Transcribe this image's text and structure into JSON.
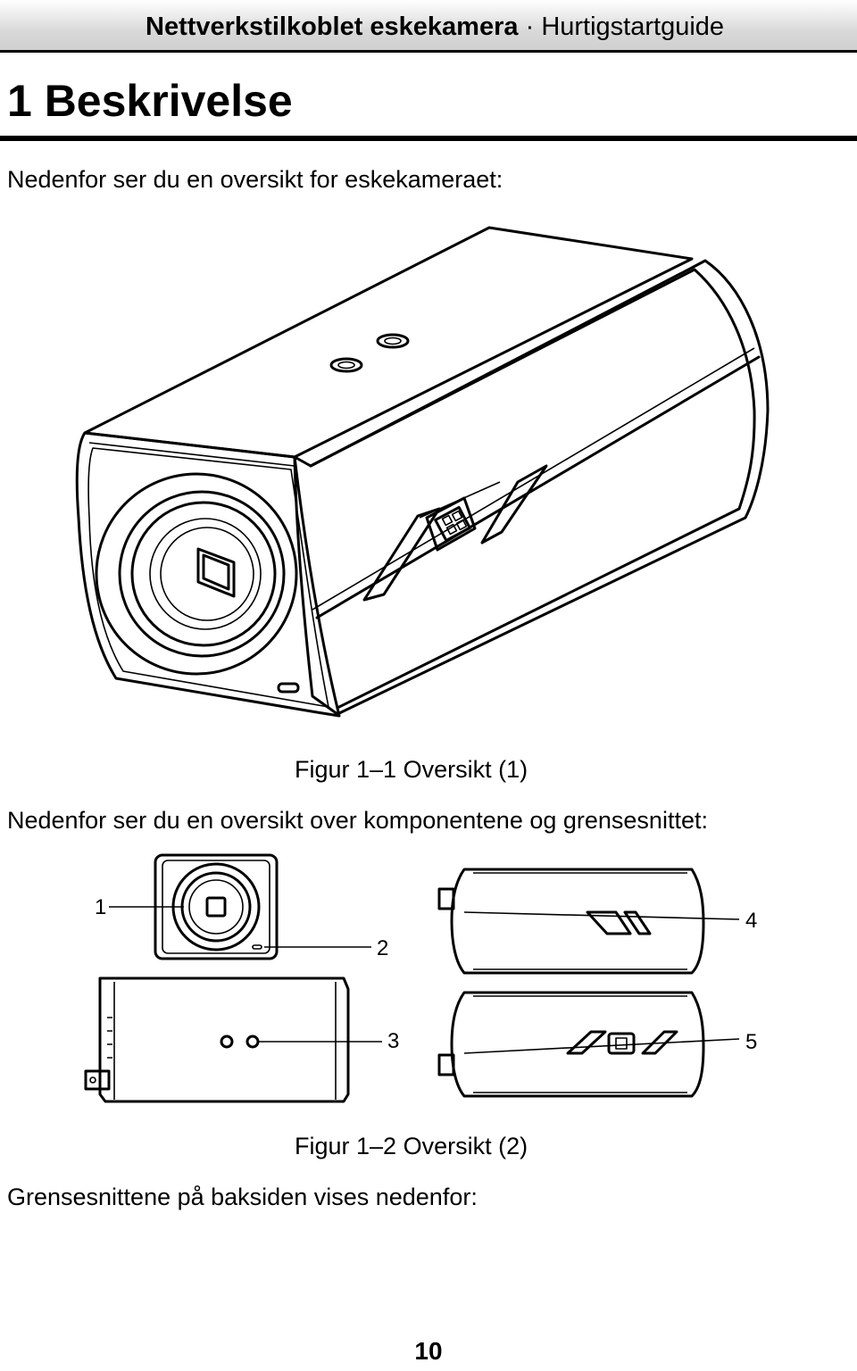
{
  "header": {
    "product": "Nettverkstilkoblet eskekamera",
    "separator": "·",
    "doc_type": "Hurtigstartguide"
  },
  "section": {
    "title": "1 Beskrivelse"
  },
  "paragraphs": {
    "intro": "Nedenfor ser du en oversikt for eskekameraet:",
    "components": "Nedenfor ser du en oversikt over komponentene og grensesnittet:",
    "rear": "Grensesnittene på baksiden vises nedenfor:"
  },
  "figures": {
    "fig1_caption": "Figur 1–1 Oversikt (1)",
    "fig2_caption": "Figur 1–2 Oversikt (2)",
    "callouts": [
      "1",
      "2",
      "3",
      "4",
      "5"
    ]
  },
  "footer": {
    "page_number": "10"
  }
}
